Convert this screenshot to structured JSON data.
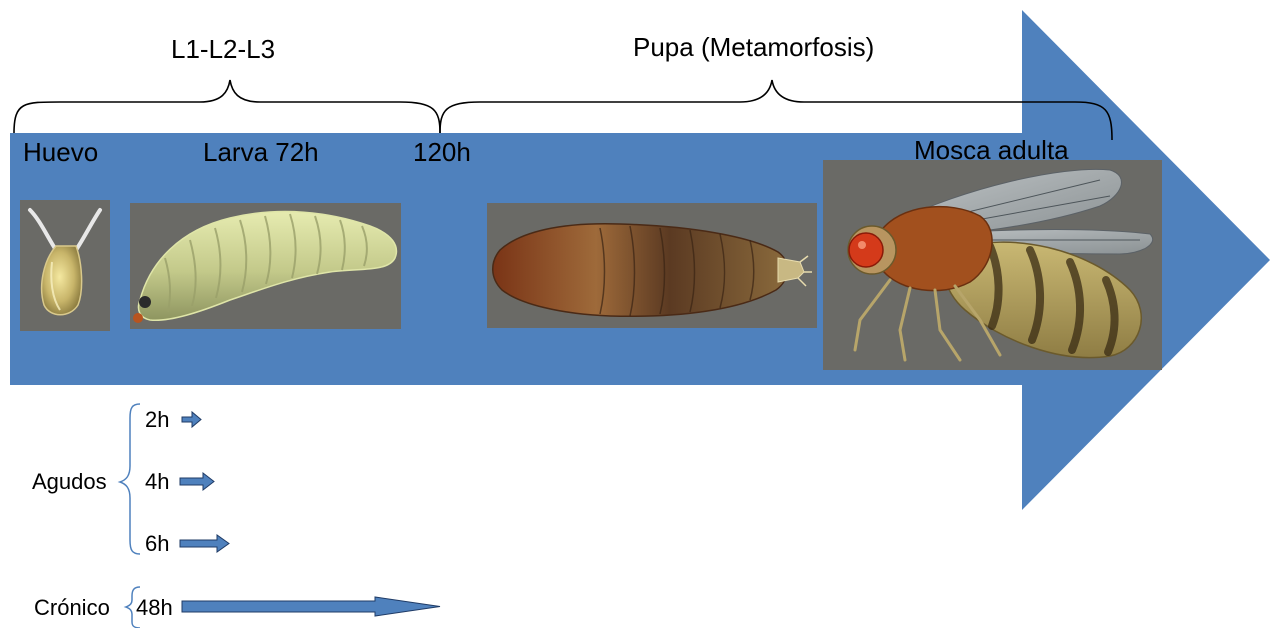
{
  "brackets": {
    "larval_stages": "L1-L2-L3",
    "pupa": "Pupa (Metamorfosis)"
  },
  "stages": {
    "egg": "Huevo",
    "larva": "Larva 72h",
    "time_120": "120h",
    "adult": "Mosca adulta"
  },
  "treatments": {
    "acute": {
      "label": "Agudos",
      "items": [
        "2h",
        "4h",
        "6h"
      ]
    },
    "chronic": {
      "label": "Crónico",
      "item": "48h"
    }
  },
  "colors": {
    "arrow": "#4f81bd",
    "panel": "#6a6a66"
  }
}
